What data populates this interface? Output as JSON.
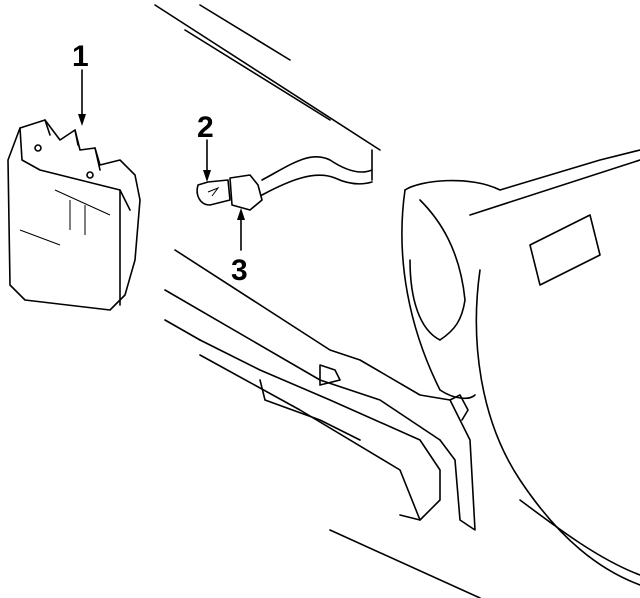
{
  "diagram": {
    "callouts": [
      {
        "number": "1",
        "part": "lamp-assembly"
      },
      {
        "number": "2",
        "part": "bulb"
      },
      {
        "number": "3",
        "part": "socket"
      }
    ],
    "colors": {
      "line": "#000000",
      "background": "#ffffff"
    }
  }
}
